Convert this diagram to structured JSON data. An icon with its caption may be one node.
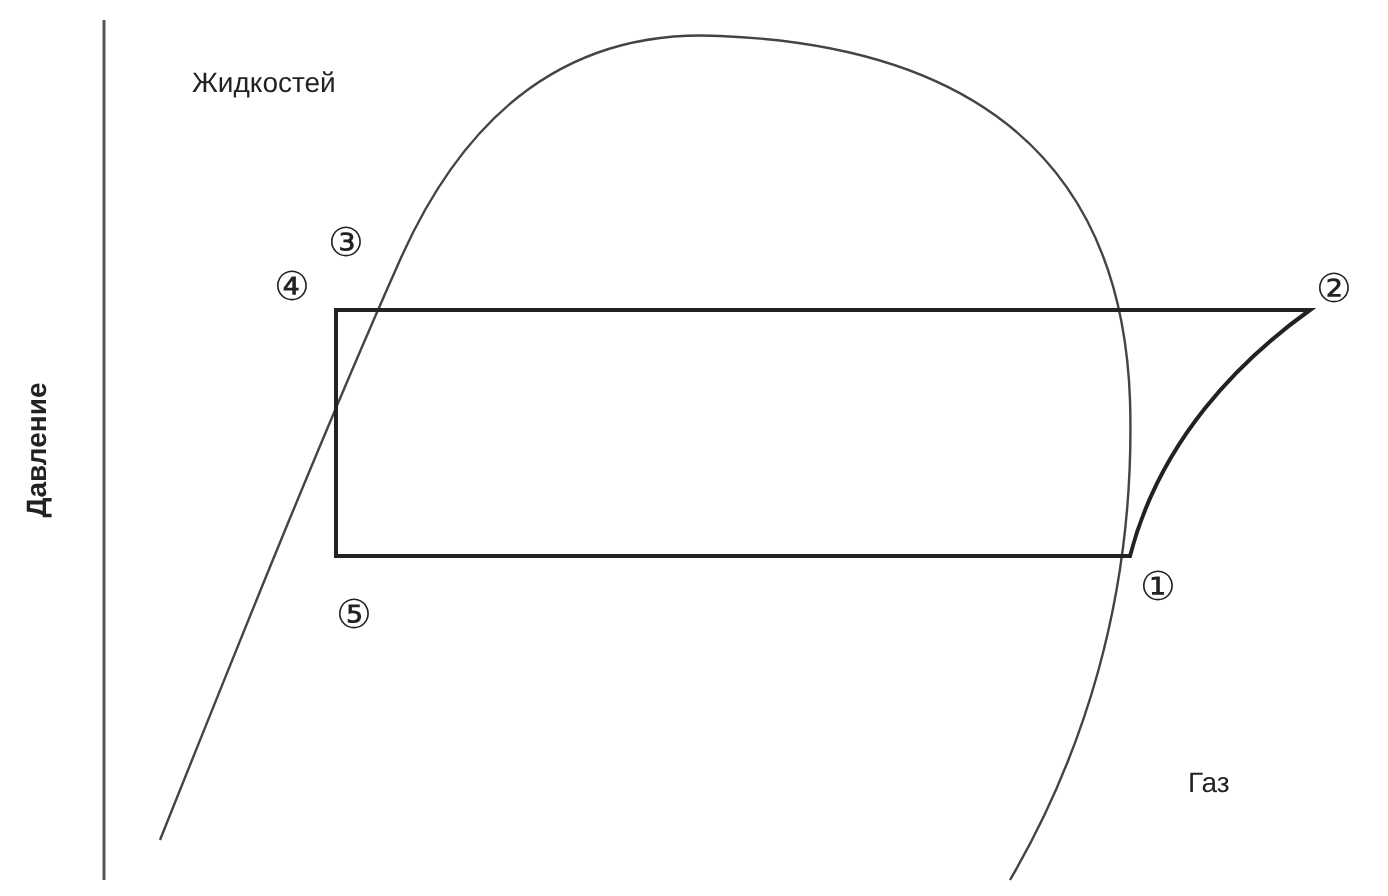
{
  "diagram": {
    "labels": [
      "Жидкостей",
      "④",
      "③",
      "②",
      "Давление",
      "⑤",
      "①",
      "Газ"
    ]
  }
}
